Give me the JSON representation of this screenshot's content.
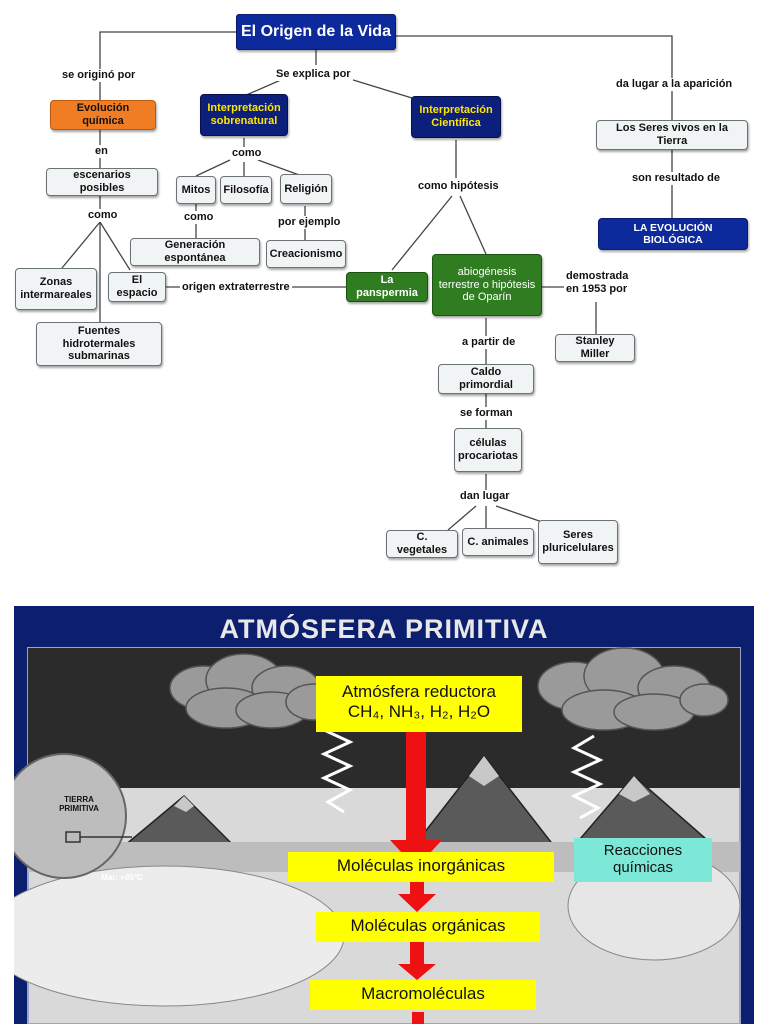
{
  "concept_map": {
    "title": "El Origen de la Vida",
    "nodes": {
      "evolucion_quimica": "Evolución química",
      "escenarios": "escenarios posibles",
      "zonas": "Zonas intermareales",
      "fuentes": "Fuentes hidrotermales submarinas",
      "espacio": "El espacio",
      "interp_sobrenatural": "Interpretación sobrenatural",
      "mitos": "Mitos",
      "filosofia": "Filosofía",
      "religion": "Religión",
      "generacion": "Generación espontánea",
      "creacionismo": "Creacionismo",
      "interp_cientifica": "Interpretación Científica",
      "panspermia": "La panspermia",
      "abiogenesis": "abiogénesis terrestre o hipótesis de Oparín",
      "stanley": "Stanley Miller",
      "caldo": "Caldo primordial",
      "celulas": "células procariotas",
      "vegetales": "C. vegetales",
      "animales": "C. animales",
      "seres": "Seres pluricelulares",
      "seres_vivos": "Los Seres vivos en la Tierra",
      "evolucion_bio": "LA EVOLUCIÓN BIOLÓGICA"
    },
    "links": {
      "se_origino": "se originó por",
      "se_explica": "Se explica por",
      "da_lugar": "da lugar a la aparición",
      "en": "en",
      "como1": "como",
      "como2": "como",
      "como3": "como",
      "por_ejemplo": "por ejemplo",
      "como_hipotesis": "como hipótesis",
      "origen_extra": "origen extraterrestre",
      "demostrada": "demostrada en 1953 por",
      "a_partir": "a partir de",
      "se_forman": "se forman",
      "dan_lugar": "dan lugar",
      "son_resultado": "son resultado de"
    }
  },
  "atmosphere": {
    "title": "ATMÓSFERA PRIMITIVA",
    "reductora": "Atmósfera reductora",
    "formula": "CH₄, NH₃, H₂, H₂O",
    "inorganicas": "Moléculas inorgánicas",
    "organicas": "Moléculas orgánicas",
    "macro": "Macromoléculas",
    "reacciones": "Reacciones químicas",
    "tierra": "TIERRA PRIMITIVA",
    "mar": "Mar: +85°C",
    "colors": {
      "background": "#0c1f6e",
      "box": "#ffff00",
      "arrow": "#ee1111",
      "reactions": "#7de8d8"
    }
  }
}
